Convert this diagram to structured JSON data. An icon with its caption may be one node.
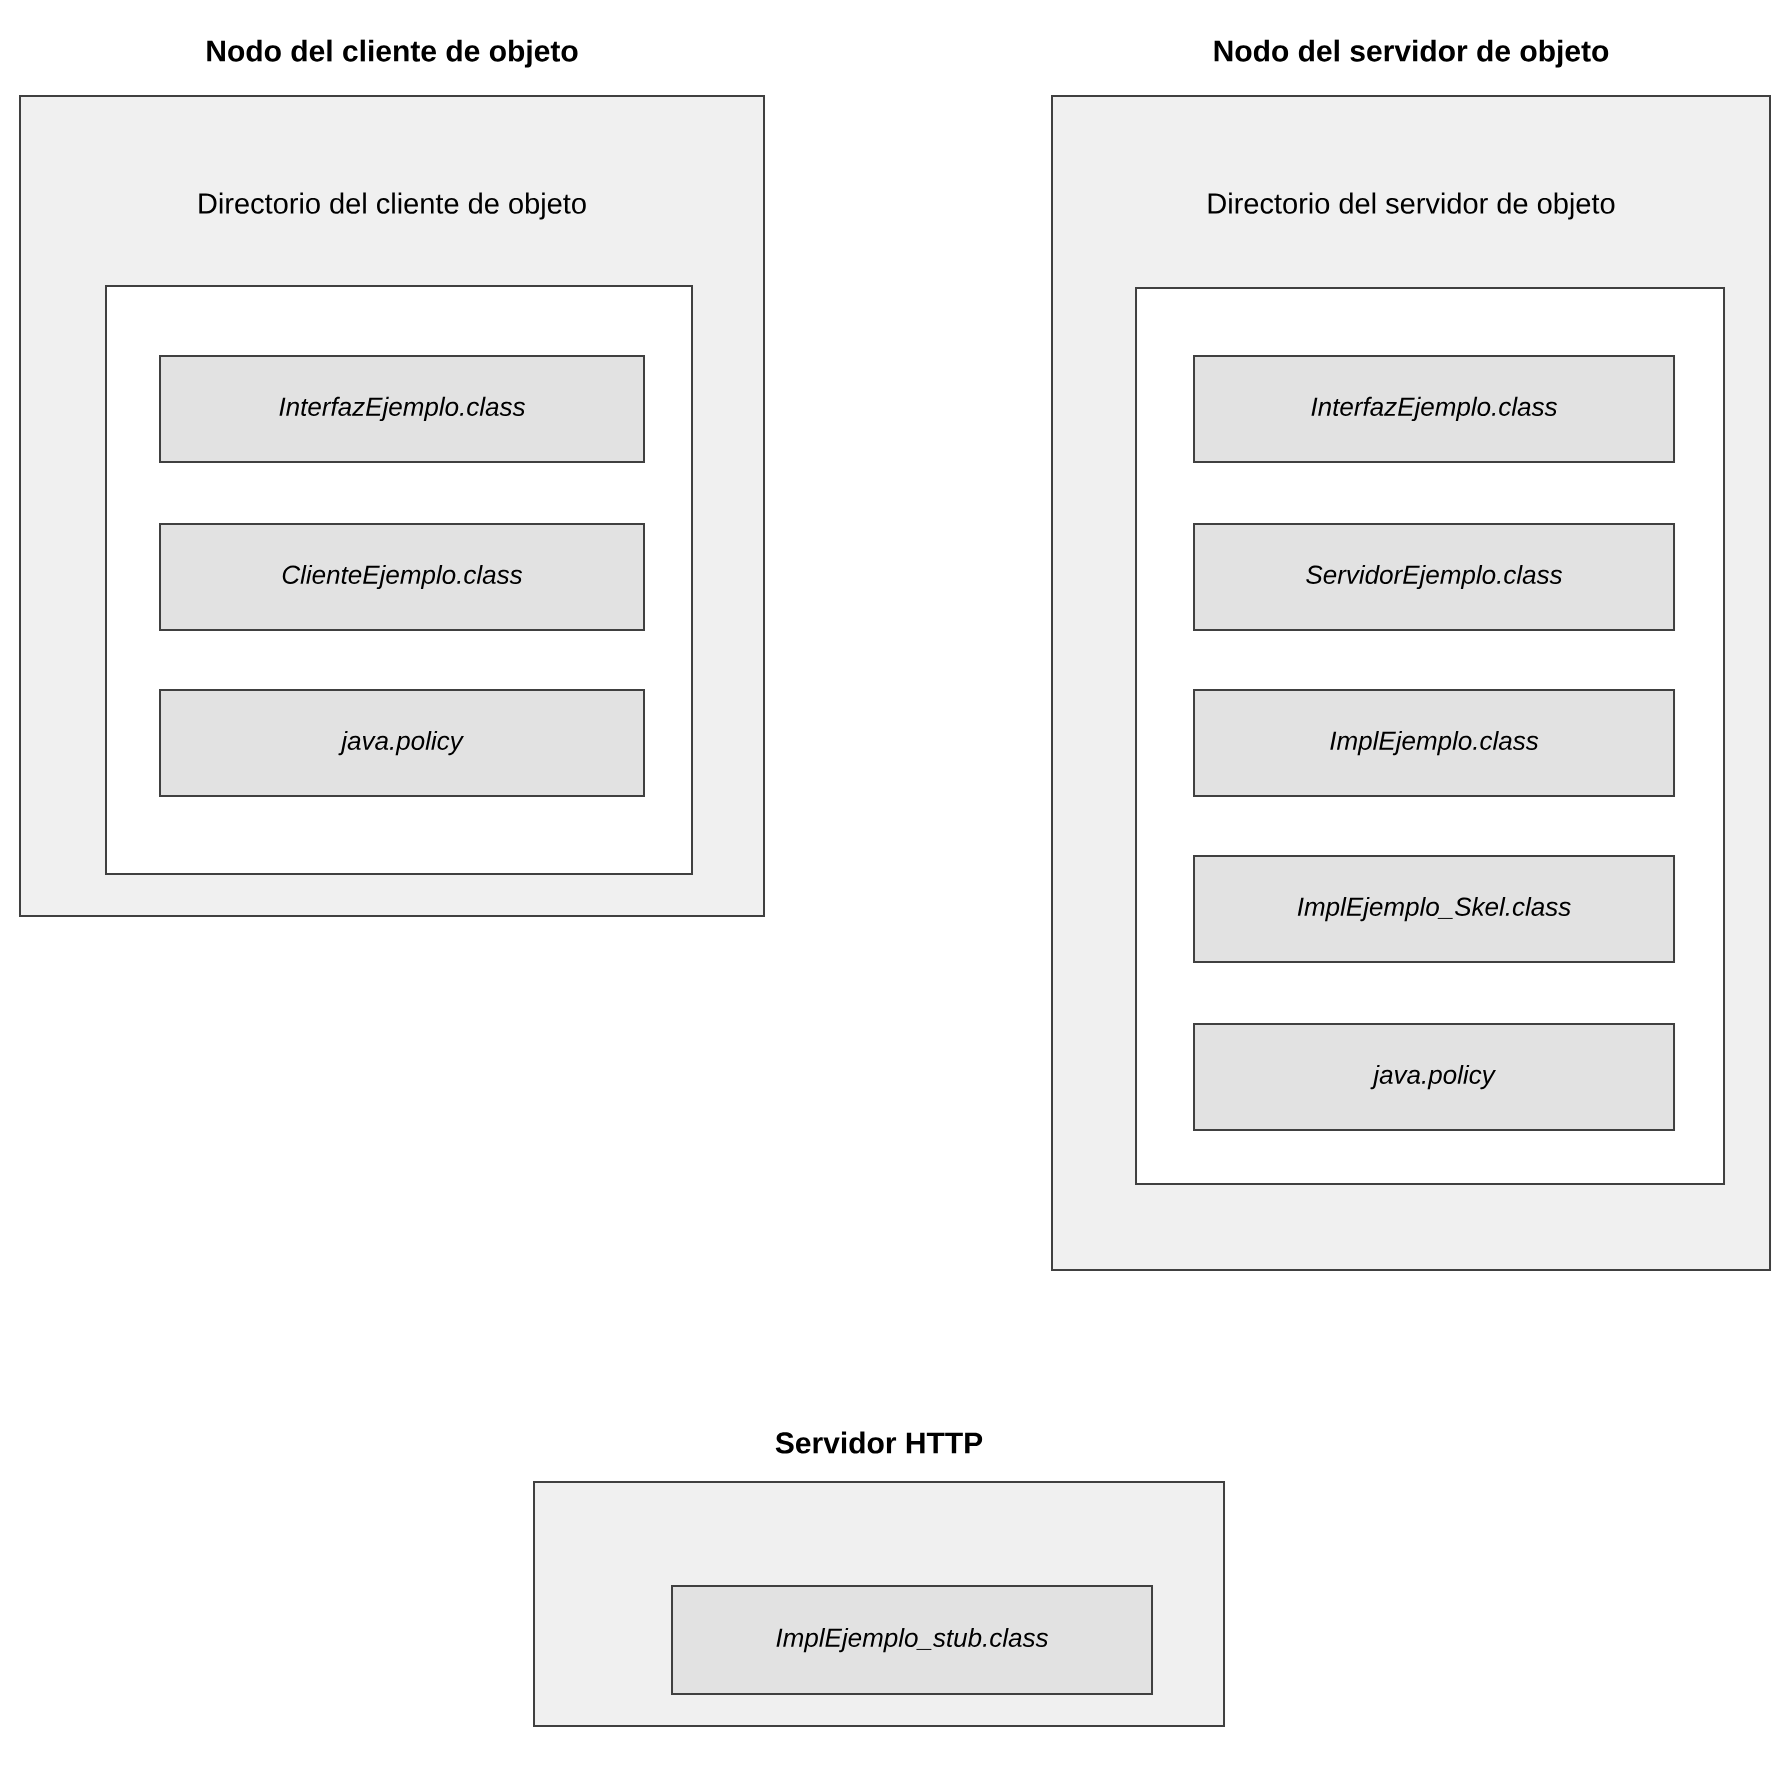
{
  "diagram": {
    "nodes": [
      {
        "text": [
          "Nodo del cliente de objeto",
          "Directorio del cliente de objeto"
        ]
      },
      {
        "text": [],
        "shape": "box",
        "in": 0
      },
      {
        "text": [
          "InterfazEjemplo.class"
        ],
        "in": 1
      },
      {
        "text": [
          "ClienteEjemplo.class"
        ],
        "in": 1
      },
      {
        "text": [
          "java.policy"
        ],
        "in": 1
      },
      {
        "text": [
          "Nodo del servidor de objeto",
          "Directorio del servidor de objeto"
        ]
      },
      {
        "text": [],
        "shape": "box",
        "in": 5
      },
      {
        "text": [
          "InterfazEjemplo.class"
        ],
        "in": 6
      },
      {
        "text": [
          "ServidorEjemplo.class"
        ],
        "in": 6
      },
      {
        "text": [
          "ImplEjemplo.class"
        ],
        "in": 6
      },
      {
        "text": [
          "ImplEjemplo_Skel.class"
        ],
        "in": 6
      },
      {
        "text": [
          "java.policy"
        ],
        "in": 6
      },
      {
        "text": [
          "Servidor HTTP"
        ]
      },
      {
        "text": [
          "ImplEjemplo_stub.class"
        ],
        "in": 12
      }
    ],
    "edges": []
  }
}
